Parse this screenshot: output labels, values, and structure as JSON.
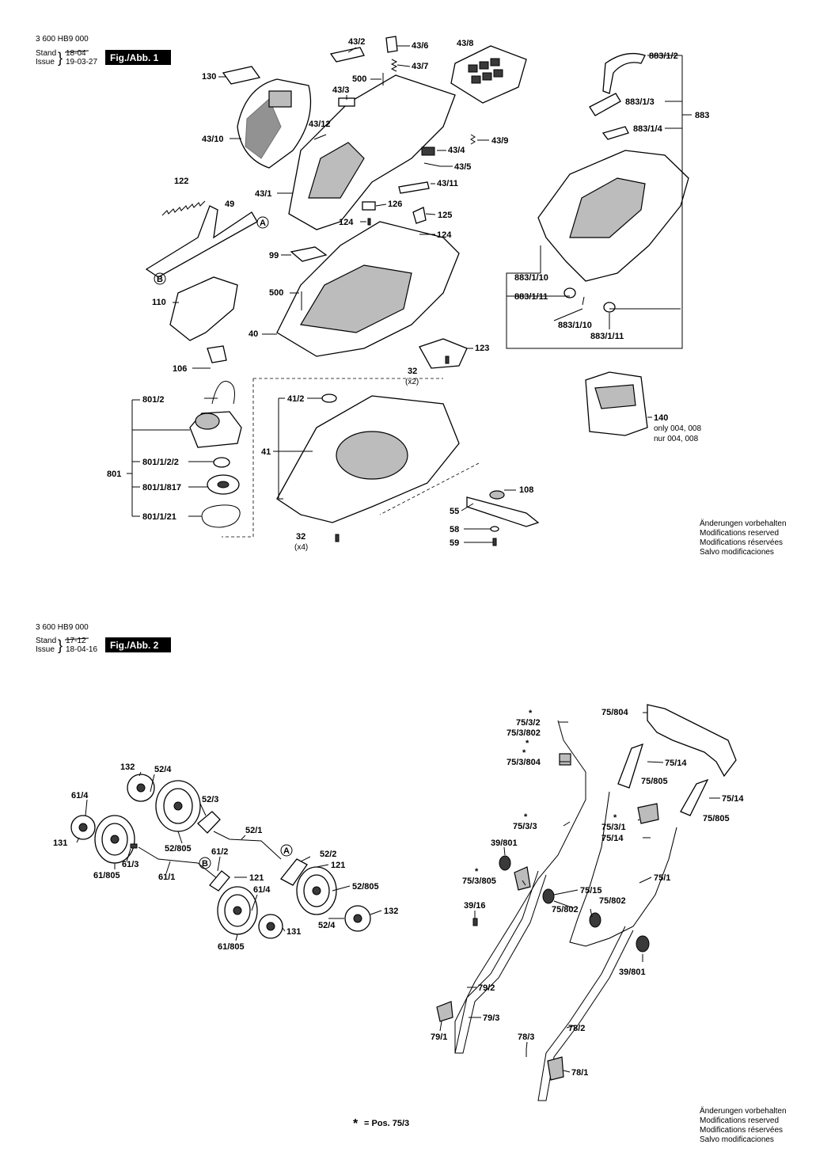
{
  "figure1": {
    "doc_number": "3 600 HB9 000",
    "stand_label": "Stand",
    "stand_old": "18-04",
    "issue_label": "Issue",
    "issue_date": "19-03-27",
    "badge": "Fig./Abb. 1",
    "labels": {
      "p43_2": "43/2",
      "p43_6": "43/6",
      "p43_8": "43/8",
      "p43_7": "43/7",
      "p500a": "500",
      "p130": "130",
      "p43_3": "43/3",
      "p43_12": "43/12",
      "p43_10": "43/10",
      "p43_4": "43/4",
      "p43_9": "43/9",
      "p43_5": "43/5",
      "p43_11": "43/11",
      "p43_1": "43/1",
      "p122": "122",
      "p49": "49",
      "pA": "A",
      "p126": "126",
      "p125": "125",
      "p124a": "124",
      "p124b": "124",
      "p99": "99",
      "pB": "B",
      "p500b": "500",
      "p110": "110",
      "p40": "40",
      "p123": "123",
      "p106": "106",
      "p32a": "32",
      "p32a_q": "(x2)",
      "p801_2": "801/2",
      "p41_2": "41/2",
      "p41": "41",
      "p801_1_2_2": "801/1/2/2",
      "p801": "801",
      "p801_1_817": "801/1/817",
      "p801_1_21": "801/1/21",
      "p108": "108",
      "p55": "55",
      "p58": "58",
      "p59": "59",
      "p32b": "32",
      "p32b_q": "(x4)",
      "p883_1_2": "883/1/2",
      "p883_1_3": "883/1/3",
      "p883": "883",
      "p883_1_4": "883/1/4",
      "p883_1_10a": "883/1/10",
      "p883_1_11a": "883/1/11",
      "p883_1_10b": "883/1/10",
      "p883_1_11b": "883/1/11",
      "p140": "140"
    },
    "p140_note1": "only 004, 008",
    "p140_note2": "nur 004, 008",
    "notes": [
      "Änderungen vorbehalten",
      "Modifications reserved",
      "Modifications réservées",
      "Salvo modificaciones"
    ]
  },
  "figure2": {
    "doc_number": "3 600 HB9 000",
    "stand_label": "Stand",
    "stand_old": "17-12",
    "issue_label": "Issue",
    "issue_date": "18-04-16",
    "badge": "Fig./Abb. 2",
    "labels": {
      "p132a": "132",
      "p52_4a": "52/4",
      "p61_4a": "61/4",
      "p52_3": "52/3",
      "p131a": "131",
      "p52_805a": "52/805",
      "p52_1": "52/1",
      "p61_3": "61/3",
      "p61_805a": "61/805",
      "p61_1": "61/1",
      "p61_2": "61/2",
      "pB": "B",
      "pA": "A",
      "p52_2": "52/2",
      "p121a": "121",
      "p121b": "121",
      "p61_4b": "61/4",
      "p52_805b": "52/805",
      "p132b": "132",
      "p61_805b": "61/805",
      "p131b": "131",
      "p52_4b": "52/4",
      "p75_3_2": "75/3/2",
      "p75_3_802": "75/3/802",
      "p75_3_804": "75/3/804",
      "p75_804": "75/804",
      "p75_14a": "75/14",
      "p75_805a": "75/805",
      "p75_14b": "75/14",
      "p75_805b": "75/805",
      "p75_3_3": "75/3/3",
      "p75_3_1": "75/3/1",
      "p75_14c": "75/14",
      "p39_801a": "39/801",
      "p75_1": "75/1",
      "p75_3_805": "75/3/805",
      "p75_15": "75/15",
      "p75_802a": "75/802",
      "p75_802b": "75/802",
      "p39_16": "39/16",
      "p39_801b": "39/801",
      "p79_2": "79/2",
      "p79_3": "79/3",
      "p79_1": "79/1",
      "p78_2": "78/2",
      "p78_3": "78/3",
      "p78_1": "78/1"
    },
    "star_note": "= Pos. 75/3",
    "notes": [
      "Änderungen vorbehalten",
      "Modifications reserved",
      "Modifications réservées",
      "Salvo modificaciones"
    ]
  }
}
